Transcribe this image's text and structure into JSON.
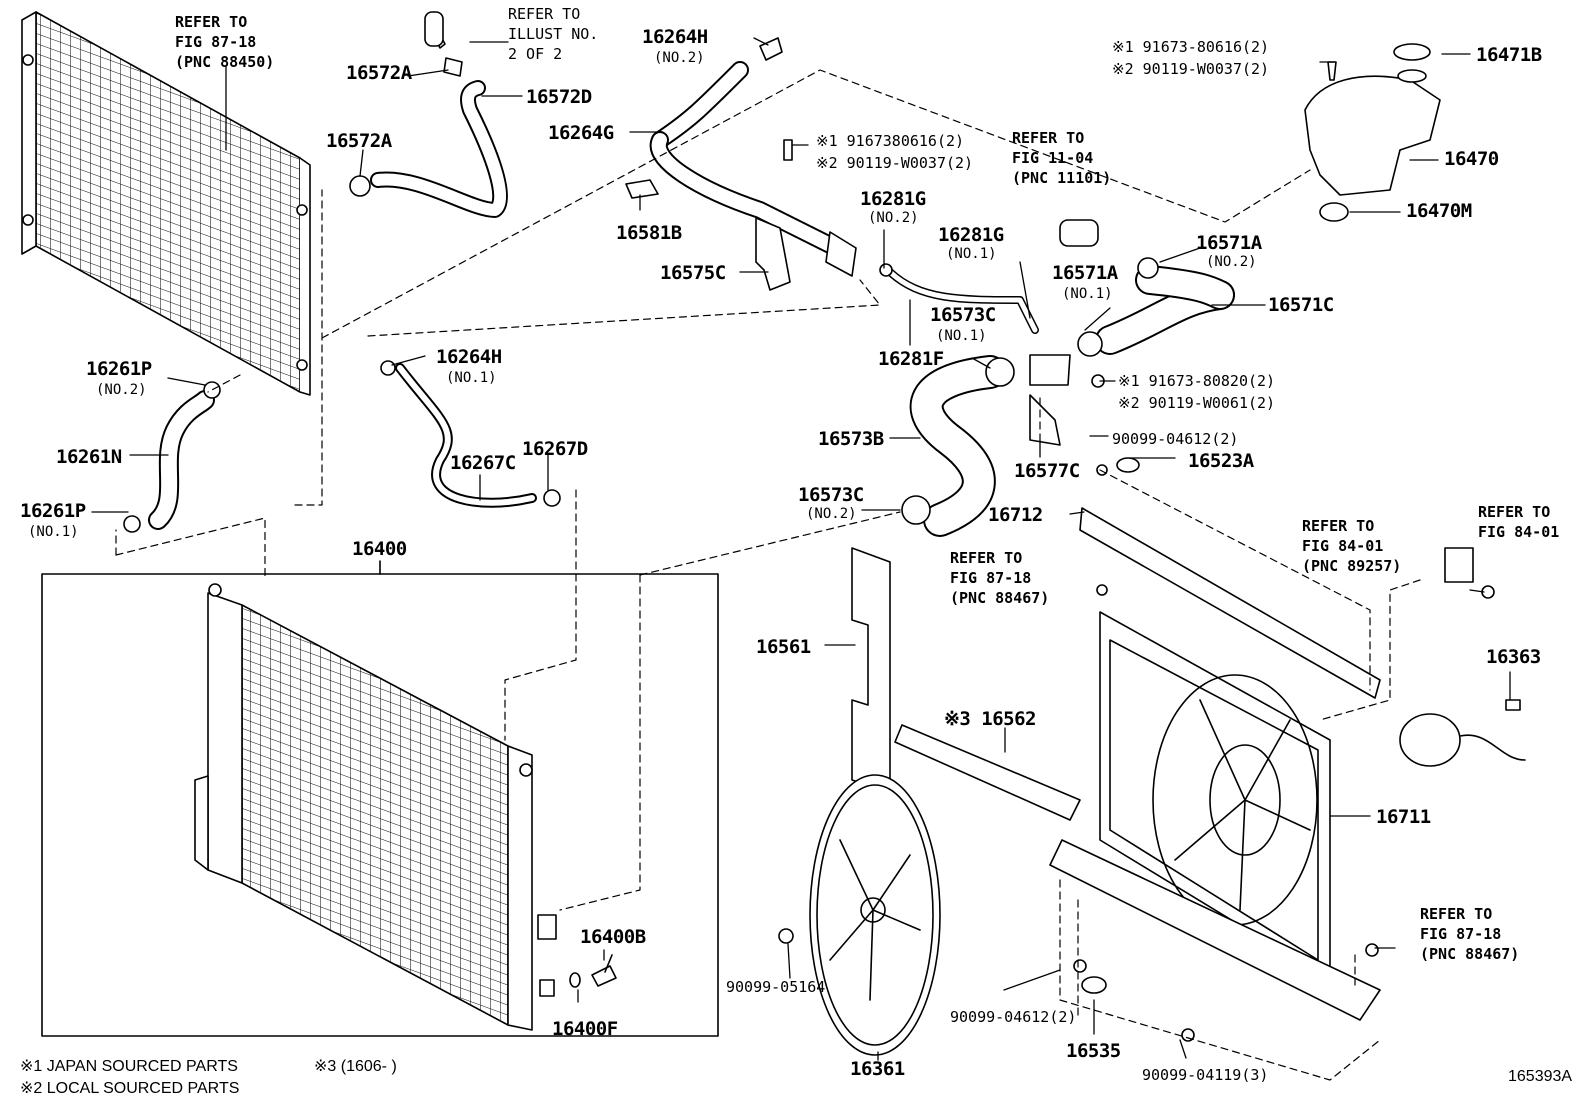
{
  "illustration_id": "165393A",
  "legend": {
    "note1": "※1 JAPAN SOURCED PARTS",
    "note2": "※2 LOCAL SOURCED PARTS",
    "note3": "※3 (1606-      )"
  },
  "references": {
    "condenser": [
      "REFER TO",
      "FIG 87-18",
      "(PNC 88450)"
    ],
    "hose_illust": [
      "REFER TO",
      "ILLUST NO.",
      "2 OF 2"
    ],
    "engine": [
      "REFER TO",
      "FIG 11-04",
      "(PNC 11101)"
    ],
    "shroud_left": [
      "REFER TO",
      "FIG 87-18",
      "(PNC 88467)"
    ],
    "relay": [
      "REFER TO",
      "FIG 84-01",
      "(PNC 89257)"
    ],
    "relay_bolt": [
      "REFER TO",
      "FIG 84-01"
    ],
    "shroud_right": [
      "REFER TO",
      "FIG 87-18",
      "(PNC 88467)"
    ]
  },
  "parts": [
    {
      "id": "p16572A_top",
      "pn": "16572A"
    },
    {
      "id": "p16572D",
      "pn": "16572D"
    },
    {
      "id": "p16572A",
      "pn": "16572A"
    },
    {
      "id": "p16264H_top",
      "pn": "16264H",
      "sub": "(NO.2)"
    },
    {
      "id": "p16264G",
      "pn": "16264G"
    },
    {
      "id": "p16581B",
      "pn": "16581B"
    },
    {
      "id": "p16575C",
      "pn": "16575C"
    },
    {
      "id": "p16281G_no2",
      "pn": "16281G",
      "sub": "(NO.2)"
    },
    {
      "id": "p16281G_no1",
      "pn": "16281G",
      "sub": "(NO.1)"
    },
    {
      "id": "p16281F",
      "pn": "16281F"
    },
    {
      "id": "p16573C_no1",
      "pn": "16573C",
      "sub": "(NO.1)"
    },
    {
      "id": "p16571A_no1",
      "pn": "16571A",
      "sub": "(NO.1)"
    },
    {
      "id": "p16571A_no2",
      "pn": "16571A",
      "sub": "(NO.2)"
    },
    {
      "id": "p16571C",
      "pn": "16571C"
    },
    {
      "id": "p16471B",
      "pn": "16471B"
    },
    {
      "id": "p16470",
      "pn": "16470"
    },
    {
      "id": "p16470M",
      "pn": "16470M"
    },
    {
      "id": "p16261P_no2",
      "pn": "16261P",
      "sub": "(NO.2)"
    },
    {
      "id": "p16261N",
      "pn": "16261N"
    },
    {
      "id": "p16261P_no1",
      "pn": "16261P",
      "sub": "(NO.1)"
    },
    {
      "id": "p16264H_no1",
      "pn": "16264H",
      "sub": "(NO.1)"
    },
    {
      "id": "p16267C",
      "pn": "16267C"
    },
    {
      "id": "p16267D",
      "pn": "16267D"
    },
    {
      "id": "p16573B",
      "pn": "16573B"
    },
    {
      "id": "p16573C_no2",
      "pn": "16573C",
      "sub": "(NO.2)"
    },
    {
      "id": "p16577C",
      "pn": "16577C"
    },
    {
      "id": "p16523A",
      "pn": "16523A"
    },
    {
      "id": "p16712",
      "pn": "16712"
    },
    {
      "id": "p16400",
      "pn": "16400"
    },
    {
      "id": "p16561",
      "pn": "16561"
    },
    {
      "id": "p16562",
      "pn": "※3 16562"
    },
    {
      "id": "p16363",
      "pn": "16363"
    },
    {
      "id": "p16711",
      "pn": "16711"
    },
    {
      "id": "p16400B",
      "pn": "16400B"
    },
    {
      "id": "p16400F",
      "pn": "16400F"
    },
    {
      "id": "p90099_05164",
      "pn": "90099-05164"
    },
    {
      "id": "p16361",
      "pn": "16361"
    },
    {
      "id": "p90099_04612b",
      "pn": "90099-04612(2)"
    },
    {
      "id": "p16535",
      "pn": "16535"
    },
    {
      "id": "p90099_04119",
      "pn": "90099-04119(3)"
    }
  ],
  "fasteners": {
    "tank_bolt": [
      "※1 91673-80616(2)",
      "※2 90119-W0037(2)"
    ],
    "bracket_bolt": [
      "※1 9167380616(2)",
      "※2 90119-W0037(2)"
    ],
    "outlet_bolt": [
      "※1 91673-80820(2)",
      "※2 90119-W0061(2)"
    ],
    "support_bolt": "90099-04612(2)"
  }
}
